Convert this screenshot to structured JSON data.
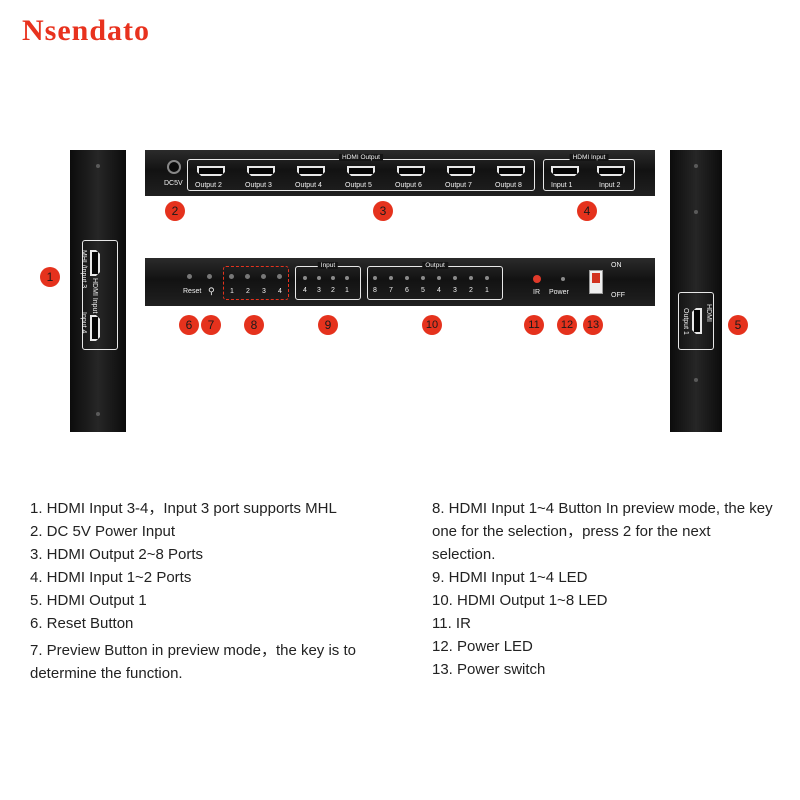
{
  "brand": "Nsendato",
  "left_panel": {
    "group_title": "HDMI Input",
    "port_labels": [
      "MHL/Input 3",
      "Input 4"
    ]
  },
  "top_panel": {
    "dc_label": "DC5V",
    "output_group_title": "HDMI Output",
    "output_ports": [
      "Output 2",
      "Output 3",
      "Output 4",
      "Output 5",
      "Output 6",
      "Output 7",
      "Output 8"
    ],
    "input_group_title": "HDMI Input",
    "input_ports": [
      "Input 1",
      "Input 2"
    ]
  },
  "front_panel": {
    "reset_label": "Reset",
    "button_numbers": [
      "1",
      "2",
      "3",
      "4"
    ],
    "input_led_title": "Input",
    "input_led_numbers": [
      "4",
      "3",
      "2",
      "1"
    ],
    "output_led_title": "Output",
    "output_led_numbers": [
      "8",
      "7",
      "6",
      "5",
      "4",
      "3",
      "2",
      "1"
    ],
    "ir_label": "IR",
    "power_label": "Power",
    "on_label": "ON",
    "off_label": "OFF"
  },
  "right_panel": {
    "group_title": "HDMI",
    "port_label": "Output 1"
  },
  "callouts": [
    "1",
    "2",
    "3",
    "4",
    "5",
    "6",
    "7",
    "8",
    "9",
    "10",
    "11",
    "12",
    "13"
  ],
  "legend_left": [
    "1.  HDMI Input 3-4，Input 3 port supports MHL",
    "2.  DC 5V Power Input",
    "3.  HDMI Output 2~8 Ports",
    "4.  HDMI Input 1~2 Ports",
    "5.  HDMI Output 1",
    "6.  Reset Button",
    "7.  Preview Button in preview mode，the key is to determine the function."
  ],
  "legend_right": [
    "8.   HDMI Input 1~4 Button In preview mode, the key one for the selection，press 2 for the next selection.",
    "9.   HDMI Input 1~4 LED",
    "10. HDMI Output 1~8 LED",
    "11. IR",
    "12. Power LED",
    "13. Power switch"
  ],
  "colors": {
    "accent": "#e5321d",
    "device": "#151515",
    "text": "#222222"
  }
}
